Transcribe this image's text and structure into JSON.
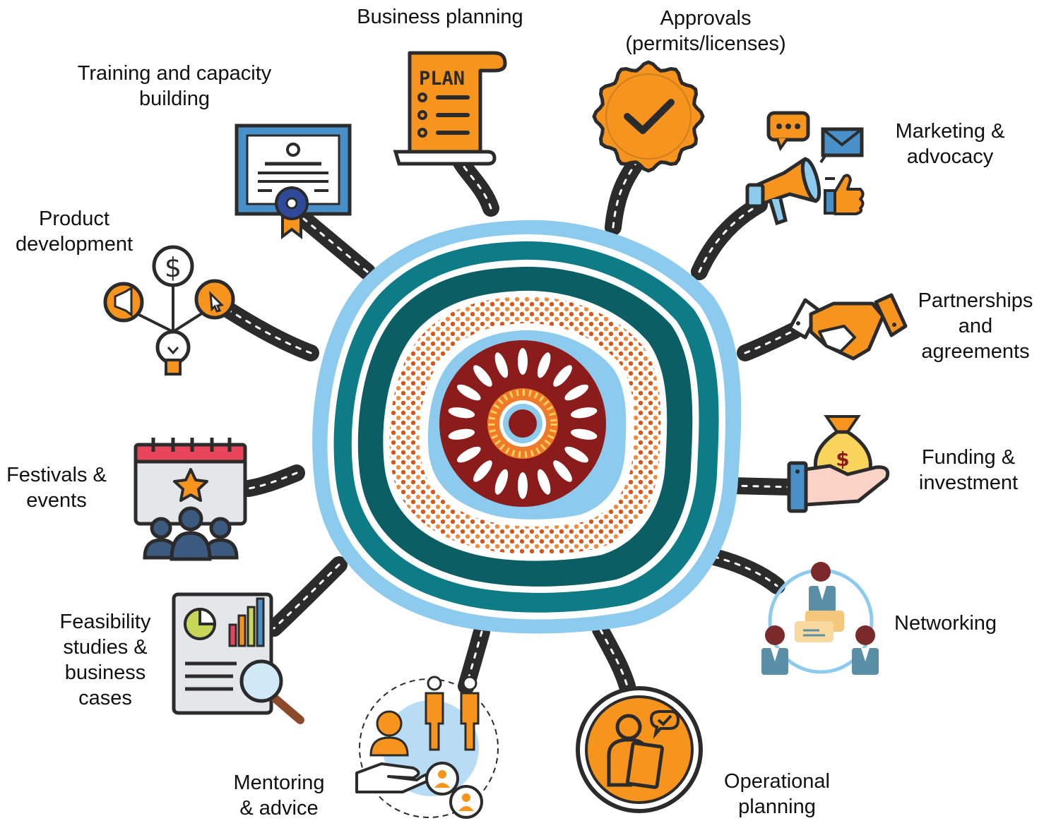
{
  "labels": {
    "business_planning": "Business planning",
    "approvals_1": "Approvals",
    "approvals_2": "(permits/licenses)",
    "training_1": "Training and capacity",
    "training_2": "building",
    "marketing_1": "Marketing &",
    "marketing_2": "advocacy",
    "product_1": "Product",
    "product_2": "development",
    "partnerships_1": "Partnerships",
    "partnerships_2": "and",
    "partnerships_3": "agreements",
    "festivals_1": "Festivals &",
    "festivals_2": "events",
    "funding_1": "Funding &",
    "funding_2": "investment",
    "networking": "Networking",
    "feasibility_1": "Feasibility",
    "feasibility_2": "studies &",
    "feasibility_3": "business",
    "feasibility_4": "cases",
    "mentoring_1": "Mentoring",
    "mentoring_2": "& advice",
    "operational_1": "Operational",
    "operational_2": "planning"
  },
  "icon_texts": {
    "plan": "PLAN",
    "dollar": "$"
  },
  "colors": {
    "orange": "#F7941D",
    "dark_outline": "#2B2B2B",
    "light_blue": "#8DCBEE",
    "teal": "#0E7C86",
    "dark_teal": "#0B5E63",
    "rust": "#E8681E",
    "maroon": "#8B1C1C",
    "cert_blue": "#4A90C8",
    "navy": "#2F4A6B"
  }
}
